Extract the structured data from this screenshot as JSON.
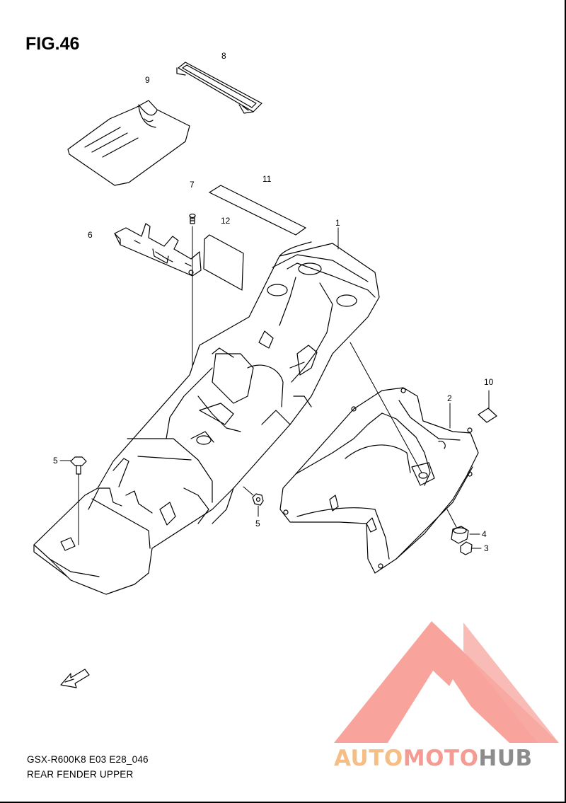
{
  "figure": {
    "title": "FIG.46"
  },
  "callouts": {
    "c1": "1",
    "c2": "2",
    "c3": "3",
    "c4": "4",
    "c5a": "5",
    "c5b": "5",
    "c6": "6",
    "c7": "7",
    "c8": "8",
    "c9": "9",
    "c10": "10",
    "c11": "11",
    "c12": "12"
  },
  "footer": {
    "model_code": "GSX-R600K8 E03 E28_046",
    "caption": "REAR FENDER UPPER"
  },
  "watermark": {
    "part1": "AUTO",
    "part2": "MOTO",
    "part3": "HUB",
    "colors": {
      "auto": "#f5be84",
      "moto": "#f49b93",
      "hub": "#8c8c8c",
      "logo": "#f58c86"
    }
  },
  "fwd_label": "FWD"
}
